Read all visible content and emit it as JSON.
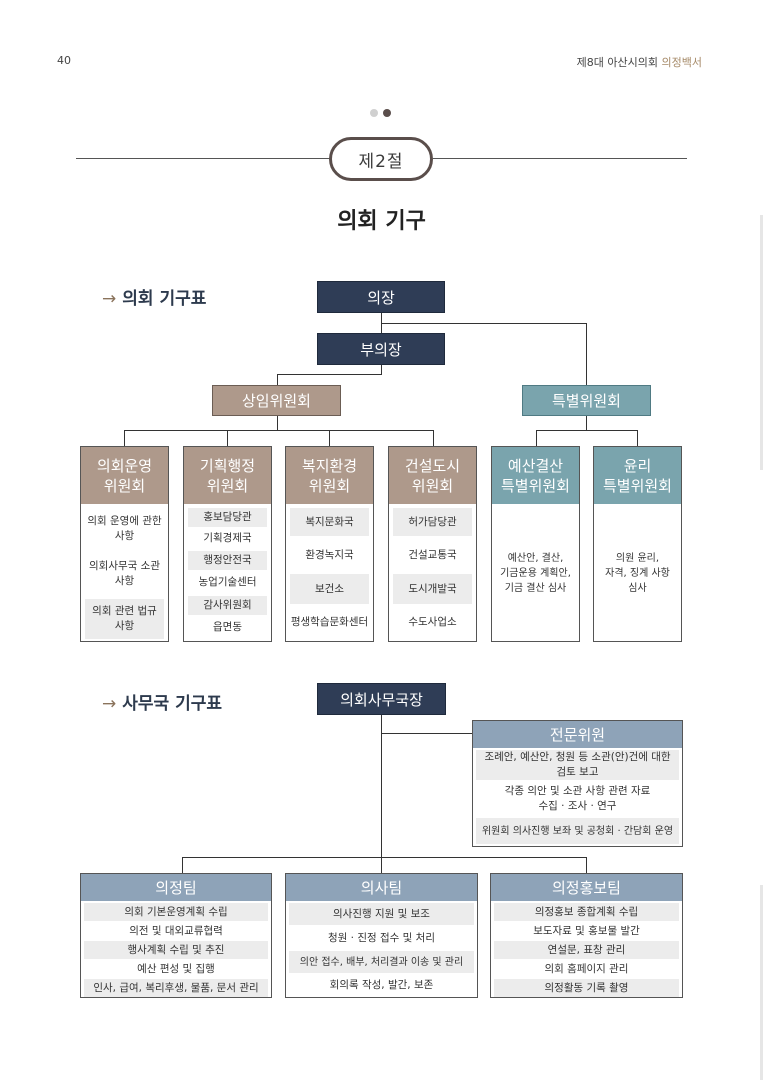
{
  "header": {
    "page_number": "40",
    "book_title": "제8대 아산시의회",
    "book_title_accent": "의정백서"
  },
  "section": {
    "label": "제2절",
    "title": "의회 기구"
  },
  "council_chart": {
    "heading": "의회 기구표",
    "chair": "의장",
    "vice_chair": "부의장",
    "standing": "상임위원회",
    "special": "특별위원회",
    "committees": [
      {
        "name": "의회운영\n위원회",
        "items": [
          "의회 운영에 관한\n사항",
          "의회사무국 소관\n사항",
          "의회 관련 법규\n사항"
        ]
      },
      {
        "name": "기획행정\n위원회",
        "items": [
          "홍보담당관",
          "기획경제국",
          "행정안전국",
          "농업기술센터",
          "감사위원회",
          "읍면동"
        ]
      },
      {
        "name": "복지환경\n위원회",
        "items": [
          "복지문화국",
          "환경녹지국",
          "보건소",
          "평생학습문화센터"
        ]
      },
      {
        "name": "건설도시\n위원회",
        "items": [
          "허가담당관",
          "건설교통국",
          "도시개발국",
          "수도사업소"
        ]
      },
      {
        "name": "예산결산\n특별위원회",
        "items": [
          "예산안, 결산,\n기금운용 계획안,\n기금 결산 심사"
        ]
      },
      {
        "name": "윤리\n특별위원회",
        "items": [
          "의원 윤리,\n자격, 징계 사항\n심사"
        ]
      }
    ]
  },
  "office_chart": {
    "heading": "사무국 기구표",
    "director": "의회사무국장",
    "experts": {
      "title": "전문위원",
      "items": [
        "조례안, 예산안, 청원 등 소관(안)건에 대한\n검토 보고",
        "각종 의안 및 소관 사항 관련 자료\n수집 · 조사 · 연구",
        "위원회 의사진행 보좌 및 공청회 · 간담회 운영"
      ]
    },
    "teams": [
      {
        "title": "의정팀",
        "items": [
          "의회 기본운영계획 수립",
          "의전 및 대외교류협력",
          "행사계획 수립 및 추진",
          "예산 편성 및 집행",
          "인사, 급여, 복리후생, 물품, 문서 관리"
        ]
      },
      {
        "title": "의사팀",
        "items": [
          "의사진행 지원 및 보조",
          "청원 · 진정 접수 및 처리",
          "의안 접수, 배부, 처리결과 이송 및 관리",
          "회의록 작성, 발간, 보존"
        ]
      },
      {
        "title": "의정홍보팀",
        "items": [
          "의정홍보 종합계획 수립",
          "보도자료 및 홍보물 발간",
          "연설문, 표창 관리",
          "의회 홈페이지 관리",
          "의정활동 기록 촬영"
        ]
      }
    ]
  }
}
